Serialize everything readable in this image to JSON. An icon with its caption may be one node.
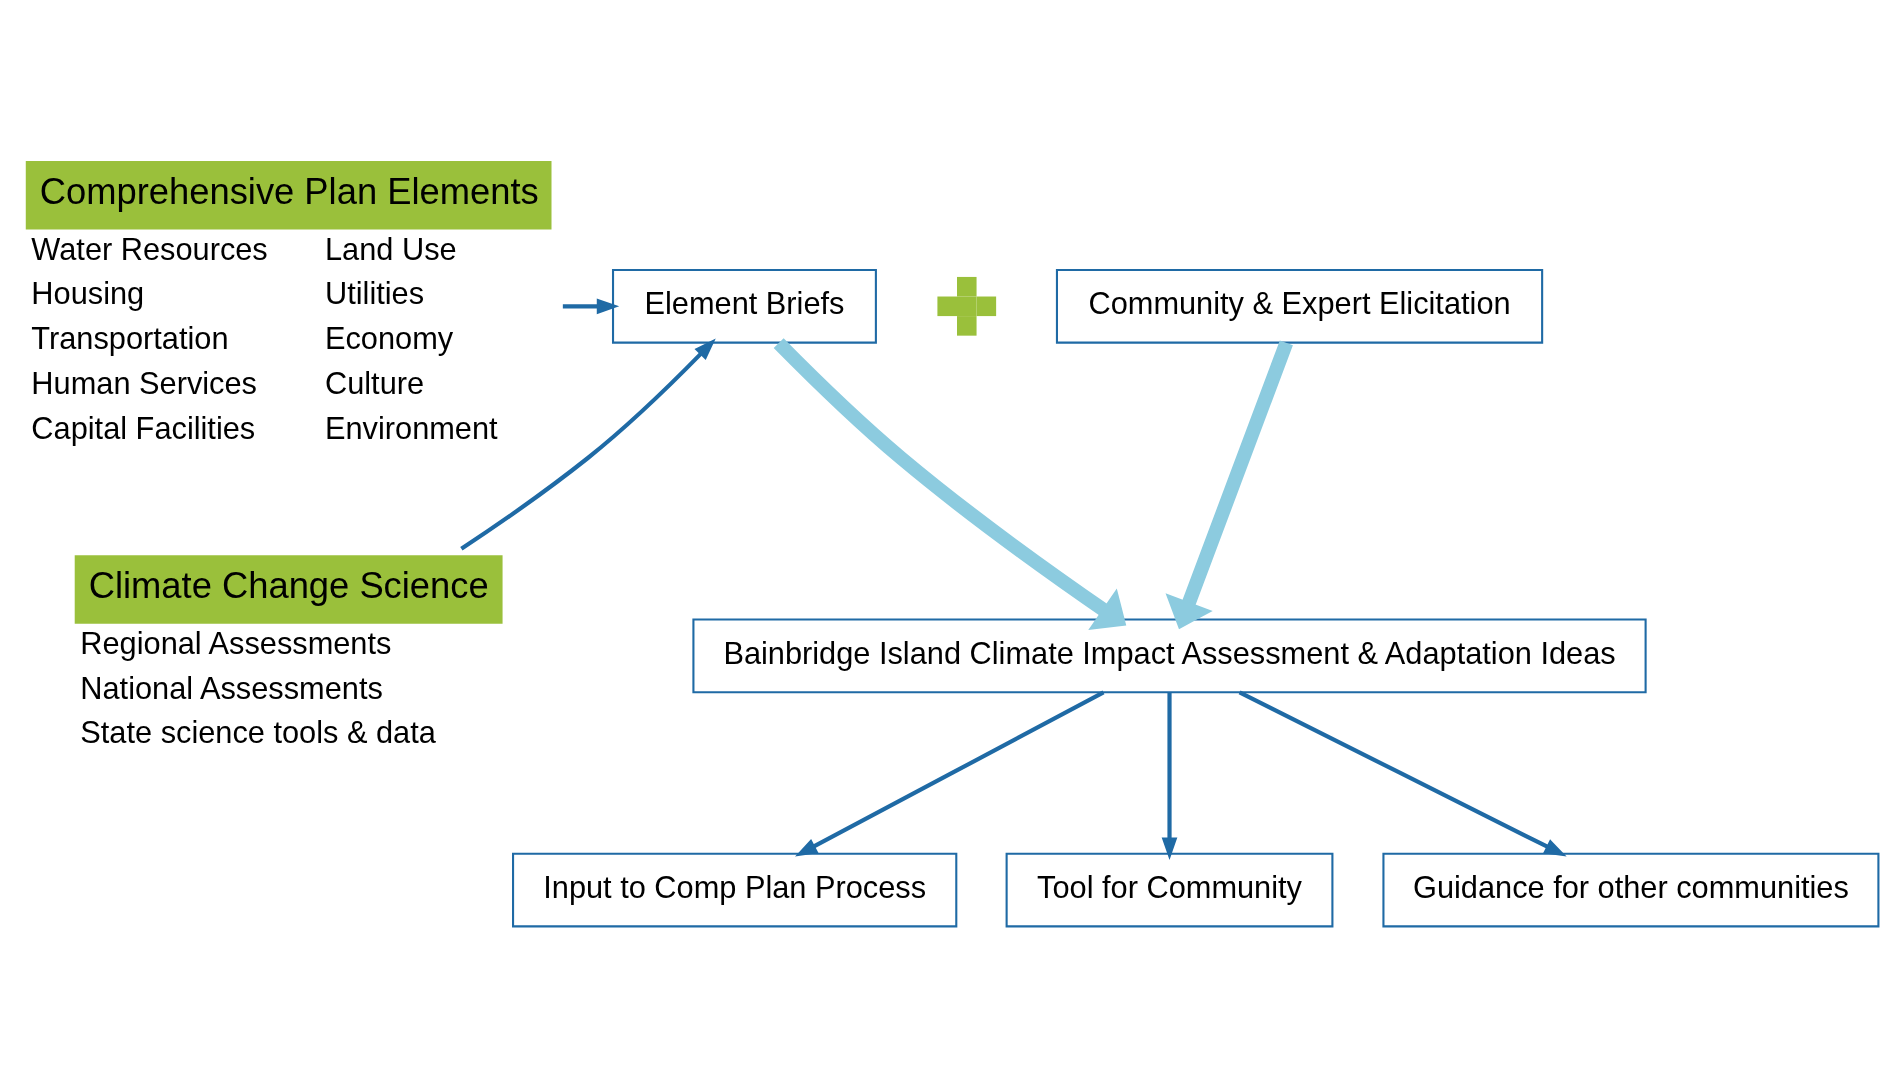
{
  "diagram": {
    "nodes": [
      {
        "text": [
          "Comprehensive Plan Elements"
        ],
        "beside": [
          "Water Resources",
          "Land Use",
          "Housing",
          "Utilities",
          "Transportation",
          "Economy",
          "Human Services",
          "Culture",
          "Capital Facilities",
          "Environment"
        ]
      },
      {
        "text": [
          "Element Briefs"
        ]
      },
      {
        "text": [],
        "shape": "plus"
      },
      {
        "text": [
          "Community & Expert Elicitation"
        ]
      },
      {
        "text": [
          "Climate Change Science"
        ],
        "beside": [
          "Regional Assessments",
          "National Assessments",
          "State science tools & data"
        ]
      },
      {
        "text": [
          "Bainbridge Island Climate Impact Assessment & Adaptation Ideas"
        ]
      },
      {
        "text": [
          "Input to Comp Plan Process"
        ]
      },
      {
        "text": [
          "Tool for Community"
        ]
      },
      {
        "text": [
          "Guidance for other communities"
        ]
      }
    ],
    "edges": [
      {
        "from": 0,
        "to": 1,
        "arrow": "to"
      },
      {
        "from": 4,
        "to": 1,
        "arrow": "to"
      },
      {
        "from": 1,
        "to": 5,
        "arrow": "to",
        "style": "thick",
        "color": "#8ccbdf"
      },
      {
        "from": 3,
        "to": 5,
        "arrow": "to",
        "style": "thick",
        "color": "#8ccbdf"
      },
      {
        "from": 5,
        "to": 6,
        "arrow": "to"
      },
      {
        "from": 5,
        "to": 7,
        "arrow": "to"
      },
      {
        "from": 5,
        "to": 8,
        "arrow": "to"
      }
    ]
  }
}
